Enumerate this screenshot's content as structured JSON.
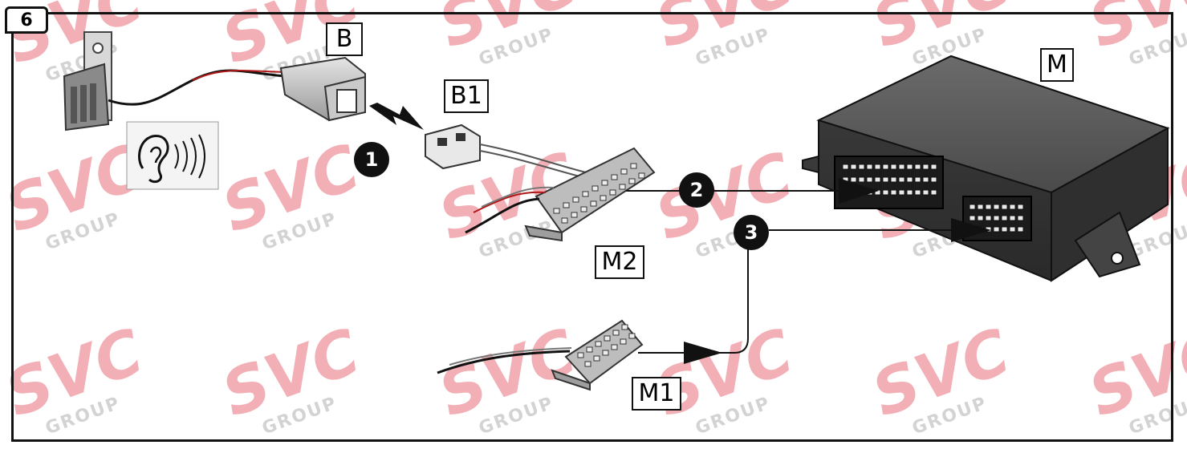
{
  "step_number": "6",
  "labels": {
    "buzzer": "B",
    "buzzer_connector": "B1",
    "module": "M",
    "connector_m2": "M2",
    "connector_m1": "M1"
  },
  "steps": [
    "1",
    "2",
    "3"
  ],
  "watermark": {
    "brand": "SVC",
    "group": "GROUP",
    "color": "#e8707a"
  },
  "icons": {
    "hearing": "ear-with-sound-waves-icon"
  }
}
